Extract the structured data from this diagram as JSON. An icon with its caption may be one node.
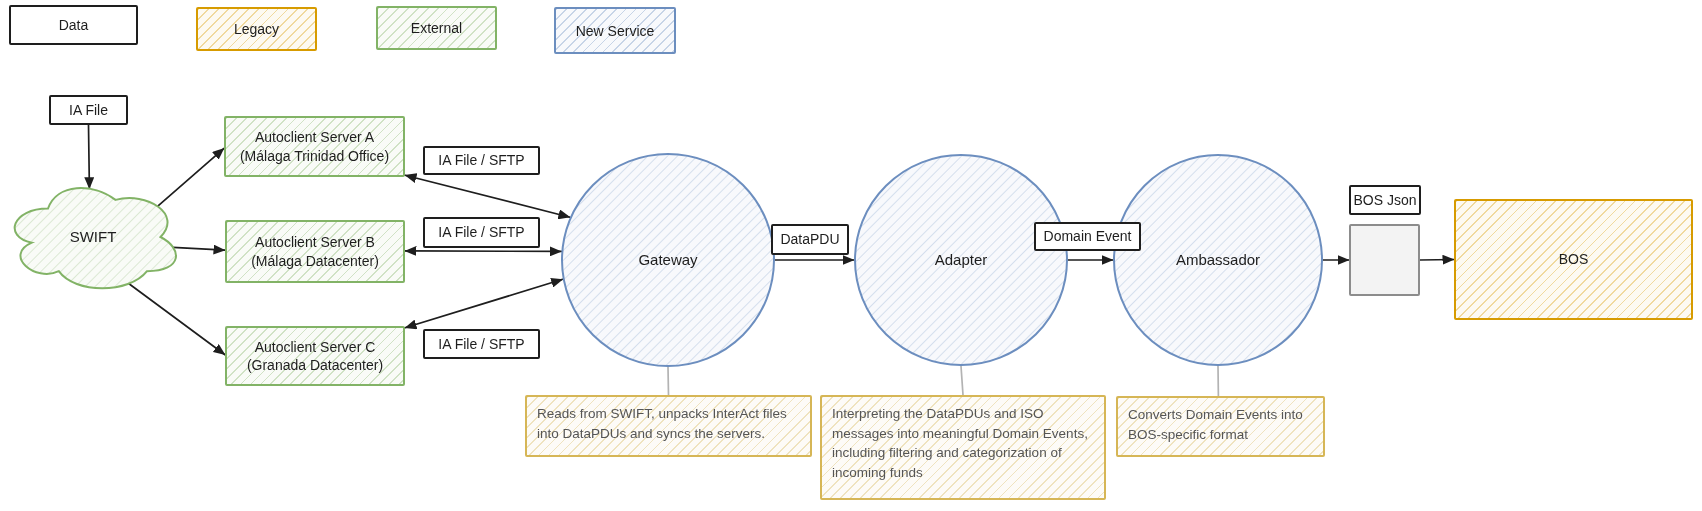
{
  "diagram": {
    "nodes": [
      {
        "text": [
          "IA File"
        ]
      },
      {
        "text": [
          "SWIFT"
        ]
      },
      {
        "text": [
          "Autoclient Server A (Málaga Trinidad Office)"
        ]
      },
      {
        "text": [
          "Autoclient Server B (Málaga Datacenter)"
        ]
      },
      {
        "text": [
          "Autoclient Server C (Granada Datacenter)"
        ]
      },
      {
        "text": [
          "IA File / SFTP"
        ]
      },
      {
        "text": [
          "IA File / SFTP"
        ]
      },
      {
        "text": [
          "IA File / SFTP"
        ]
      },
      {
        "text": [
          "Gateway"
        ]
      },
      {
        "text": [
          "DataPDU"
        ]
      },
      {
        "text": [
          "Adapter"
        ]
      },
      {
        "text": [
          "Domain Event"
        ]
      },
      {
        "text": [
          "Ambassador"
        ]
      },
      {
        "text": [
          "BOS Json"
        ]
      },
      {
        "text": [],
        "shape": "box"
      },
      {
        "text": [
          "BOS"
        ]
      },
      {
        "text": [
          "Reads from SWIFT, unpacks InterAct files into DataPDUs and syncs the servers."
        ]
      },
      {
        "text": [
          "Interpreting the DataPDUs and ISO messages into meaningful Domain Events, including filtering and categorization of incoming funds"
        ]
      },
      {
        "text": [
          "Converts Domain Events into BOS-specific format"
        ]
      }
    ],
    "edges": [
      {
        "from": 0,
        "to": 1,
        "arrow": "to"
      },
      {
        "from": 1,
        "to": 2,
        "arrow": "to"
      },
      {
        "from": 1,
        "to": 3,
        "arrow": "to"
      },
      {
        "from": 1,
        "to": 4,
        "arrow": "to"
      },
      {
        "from": 2,
        "to": 8,
        "arrow": "both"
      },
      {
        "from": 3,
        "to": 8,
        "arrow": "both"
      },
      {
        "from": 4,
        "to": 8,
        "arrow": "both"
      },
      {
        "from": 8,
        "to": 10,
        "arrow": "to"
      },
      {
        "from": 10,
        "to": 12,
        "arrow": "to"
      },
      {
        "from": 12,
        "to": 14,
        "arrow": "to"
      },
      {
        "from": 14,
        "to": 15,
        "arrow": "to"
      },
      {
        "from": 8,
        "to": 16,
        "arrow": "none",
        "color": "#b3b3b3"
      },
      {
        "from": 10,
        "to": 17,
        "arrow": "none",
        "color": "#b3b3b3"
      },
      {
        "from": 12,
        "to": 18,
        "arrow": "none",
        "color": "#b3b3b3"
      }
    ],
    "legend": [
      {
        "text": "Data"
      },
      {
        "text": "Legacy",
        "color": "#d79b00"
      },
      {
        "text": "External",
        "color": "#82b366"
      },
      {
        "text": "New Service",
        "color": "#6c8ebf"
      }
    ]
  }
}
